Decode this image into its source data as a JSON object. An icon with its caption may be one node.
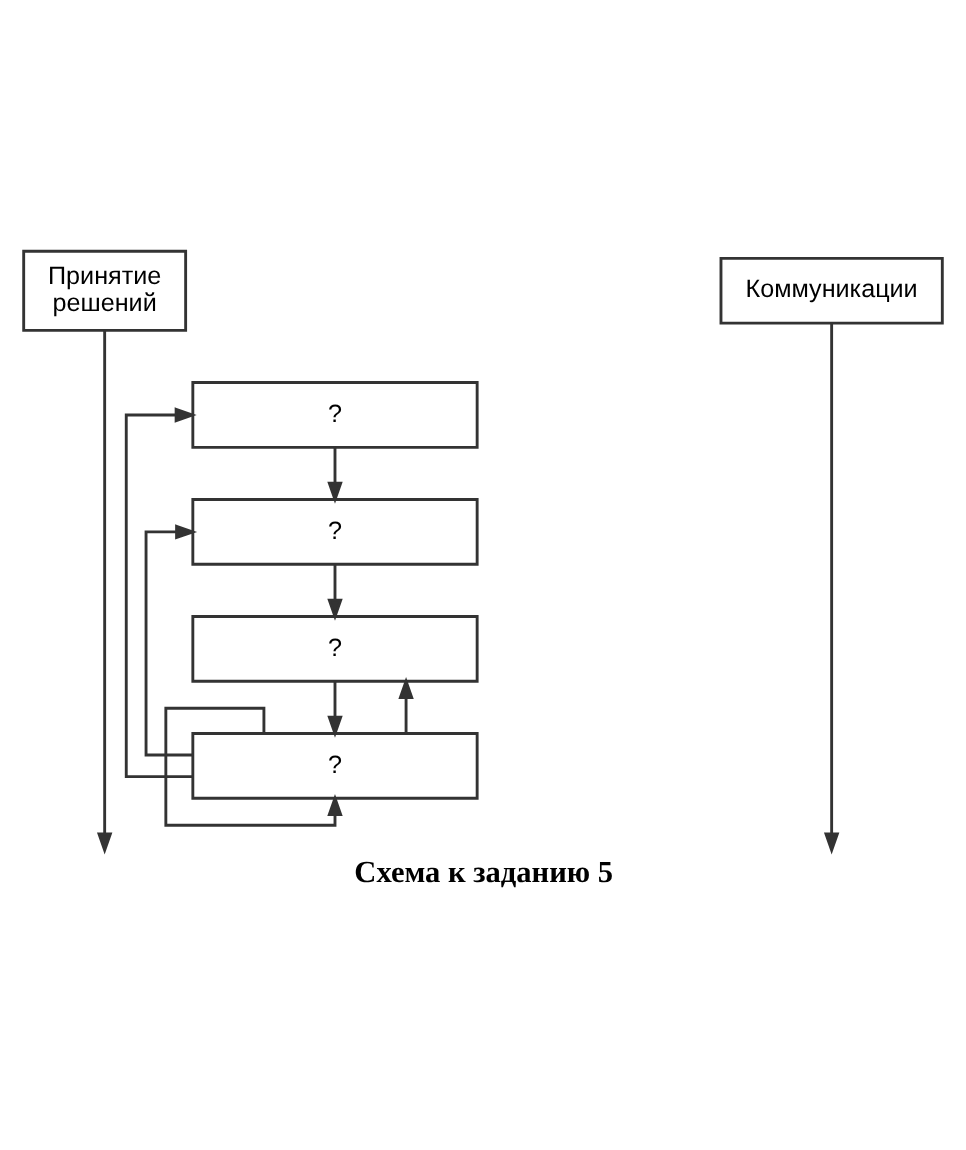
{
  "diagram": {
    "caption": "Схема к заданию 5",
    "nodes": [
      {
        "text": [
          "Принятие решений"
        ]
      },
      {
        "text": [
          "Коммуникации"
        ]
      },
      {
        "text": [
          "?"
        ]
      },
      {
        "text": [
          "?"
        ]
      },
      {
        "text": [
          "?"
        ]
      },
      {
        "text": [
          "?"
        ]
      }
    ],
    "edges": [
      {
        "from": 0,
        "to": null,
        "arrow": "to"
      },
      {
        "from": 1,
        "to": null,
        "arrow": "to"
      },
      {
        "from": 2,
        "to": 3,
        "arrow": "to"
      },
      {
        "from": 3,
        "to": 4,
        "arrow": "to"
      },
      {
        "from": 4,
        "to": 5,
        "arrow": "to"
      },
      {
        "from": 5,
        "to": 2,
        "arrow": "to"
      },
      {
        "from": 5,
        "to": 3,
        "arrow": "to"
      },
      {
        "from": 5,
        "to": 4,
        "arrow": "to"
      },
      {
        "from": 5,
        "to": 5,
        "arrow": "to"
      }
    ]
  }
}
